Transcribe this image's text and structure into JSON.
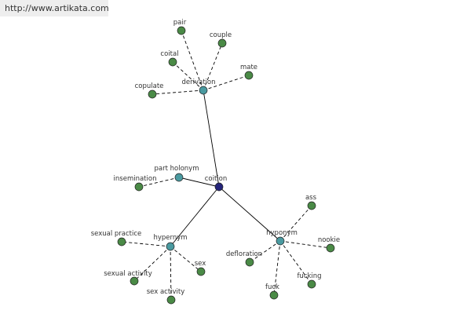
{
  "site": {
    "url": "http://www.artikata.com"
  },
  "colors": {
    "root_node": "#24247a",
    "relation_node": "#4a9aa0",
    "word_node": "#4a8a46",
    "node_stroke": "#222222",
    "edge": "#000000"
  },
  "graph": {
    "root": "coition",
    "relations": [
      {
        "id": "derivation",
        "label": "derivation",
        "words": [
          "pair",
          "couple",
          "coital",
          "mate",
          "copulate"
        ]
      },
      {
        "id": "part-holonym",
        "label": "part holonym",
        "words": [
          "insemination"
        ]
      },
      {
        "id": "hypernym",
        "label": "hypernym",
        "words": [
          "sexual practice",
          "sex",
          "sexual activity",
          "sex activity"
        ]
      },
      {
        "id": "hyponym",
        "label": "hyponym",
        "words": [
          "ass",
          "nookie",
          "defloration",
          "fucking",
          "fuck"
        ]
      }
    ]
  }
}
